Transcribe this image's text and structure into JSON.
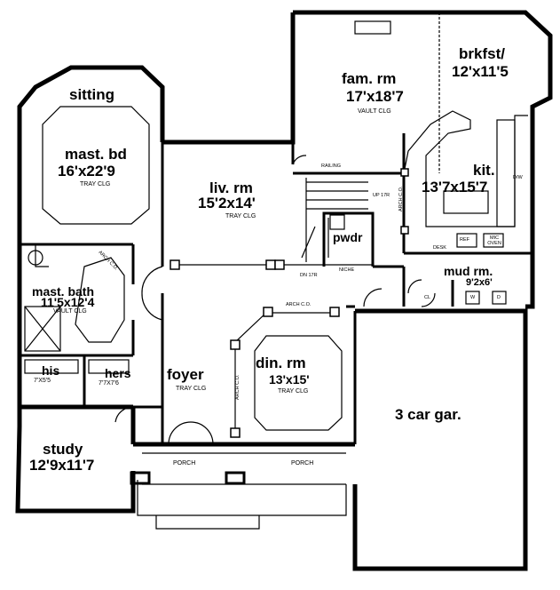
{
  "rooms": {
    "sitting": {
      "name": "sitting"
    },
    "mast_bd": {
      "name": "mast. bd",
      "dims": "16'x22'9",
      "note": "TRAY CLG"
    },
    "mast_bath": {
      "name": "mast. bath",
      "dims": "11'5x12'4",
      "note": "VAULT CLG"
    },
    "his": {
      "name": "his",
      "dims": "7'X5'5"
    },
    "hers": {
      "name": "hers",
      "dims": "7'7X7'6"
    },
    "study": {
      "name": "study",
      "dims": "12'9x11'7"
    },
    "liv_rm": {
      "name": "liv. rm",
      "dims": "15'2x14'",
      "note": "TRAY CLG"
    },
    "fam_rm": {
      "name": "fam. rm",
      "dims": "17'x18'7",
      "note": "VAULT CLG"
    },
    "brkfst": {
      "name": "brkfst/",
      "dims": "12'x11'5"
    },
    "kit": {
      "name": "kit.",
      "dims": "13'7x15'7"
    },
    "pwdr": {
      "name": "pwdr"
    },
    "mud_rm": {
      "name": "mud rm.",
      "dims": "9'2x6'"
    },
    "foyer": {
      "name": "foyer",
      "note": "TRAY CLG"
    },
    "din_rm": {
      "name": "din. rm",
      "dims": "13'x15'",
      "note": "TRAY CLG"
    },
    "garage": {
      "name": "3 car gar."
    }
  },
  "annotations": {
    "porch_left": "PORCH",
    "porch_right": "PORCH",
    "railing": "RAILING",
    "up": "UP 17R",
    "dn": "DN 17R",
    "niche": "NICHE",
    "arch_co_top": "ARCH C.O.",
    "arch_co_side": "ARCH C.O.",
    "arch_co_kit": "ARCH C.O.",
    "arch_co_bath": "ARCH C.O.",
    "desk": "DESK",
    "ref": "REF",
    "mic_oven": "MIC OVEN",
    "dw": "D/W",
    "cl": "CL",
    "w": "W",
    "d": "D"
  }
}
